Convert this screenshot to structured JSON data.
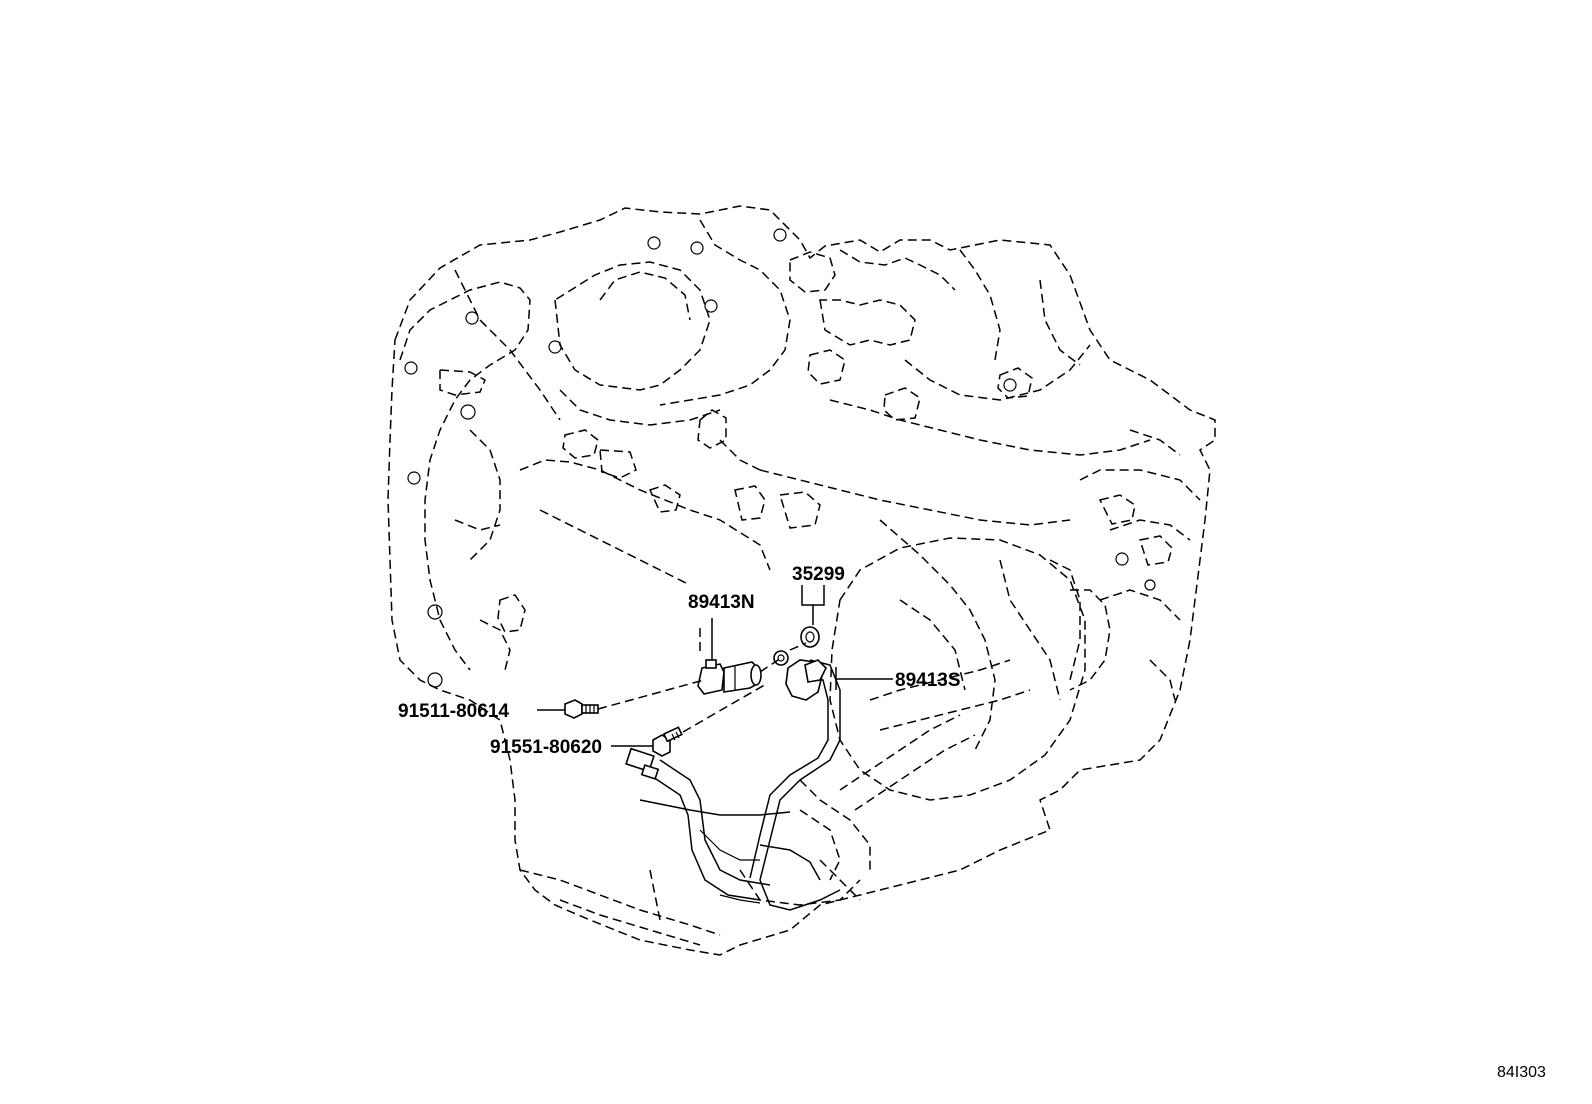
{
  "labels": {
    "p89413N": "89413N",
    "p35299": "35299",
    "p89413S": "89413S",
    "p91511": "91511-80614",
    "p91551": "91551-80620",
    "ref": "84I303"
  }
}
